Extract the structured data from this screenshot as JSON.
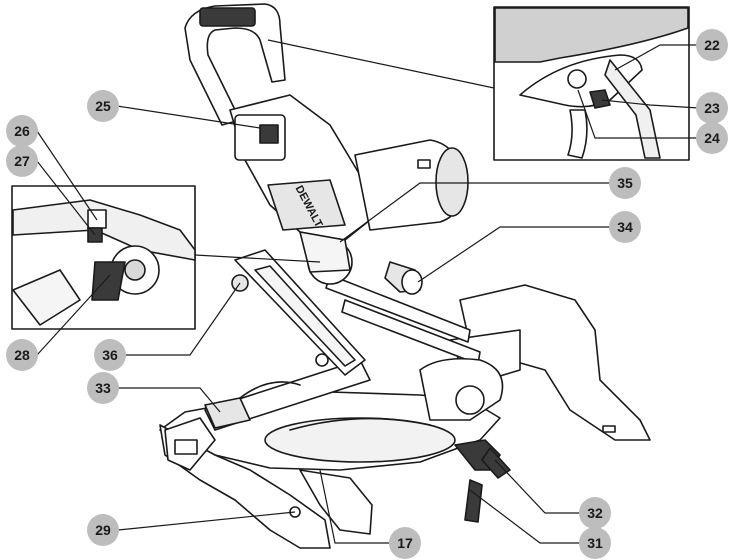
{
  "diagram": {
    "brand_label": "DEWALT",
    "callouts": [
      {
        "id": "22",
        "label": "22"
      },
      {
        "id": "23",
        "label": "23"
      },
      {
        "id": "24",
        "label": "24"
      },
      {
        "id": "25",
        "label": "25"
      },
      {
        "id": "26",
        "label": "26"
      },
      {
        "id": "27",
        "label": "27"
      },
      {
        "id": "28",
        "label": "28"
      },
      {
        "id": "29",
        "label": "29"
      },
      {
        "id": "31",
        "label": "31"
      },
      {
        "id": "32",
        "label": "32"
      },
      {
        "id": "33",
        "label": "33"
      },
      {
        "id": "34",
        "label": "34"
      },
      {
        "id": "35",
        "label": "35"
      },
      {
        "id": "36",
        "label": "36"
      },
      {
        "id": "17",
        "label": "17"
      }
    ]
  },
  "colors": {
    "line": "#1a1a1a",
    "callout_fill": "#bdbdbd",
    "body_fill": "#ffffff",
    "shade": "#d9d9d9",
    "dark": "#3a3a3a"
  }
}
